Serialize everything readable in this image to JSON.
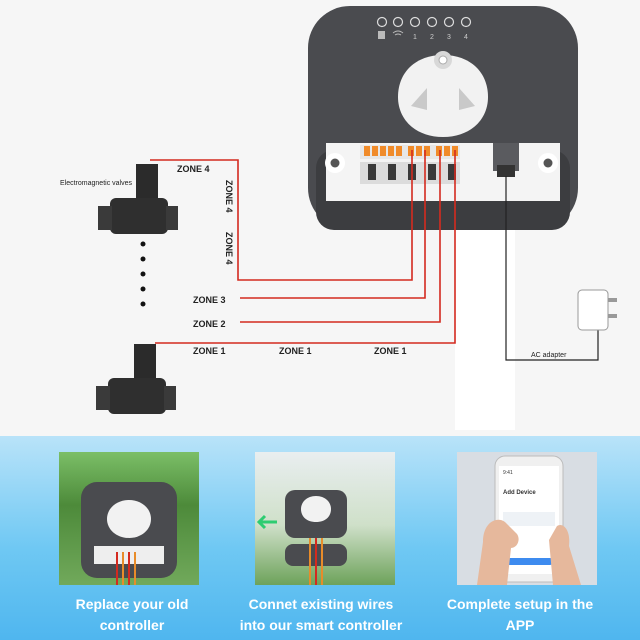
{
  "diagram": {
    "label_valves": "Electromagnetic valves",
    "label_adapter": "AC adapter",
    "zone4_horizontal": "ZONE 4",
    "zone4_vertical_a": "ZONE 4",
    "zone4_vertical_b": "ZONE 4",
    "zone3": "ZONE 3",
    "zone2": "ZONE 2",
    "zone1_a": "ZONE 1",
    "zone1_b": "ZONE 1",
    "zone1_c": "ZONE 1",
    "controller_numbers": [
      "1",
      "2",
      "3",
      "4"
    ],
    "wire_color": "#d42a1f",
    "controller_color": "#4a4b4f"
  },
  "steps": [
    {
      "caption_line1": "Replace your old",
      "caption_line2": "controller"
    },
    {
      "caption_line1": "Connet existing wires",
      "caption_line2": "into our smart controller"
    },
    {
      "caption_line1": "Complete setup in the",
      "caption_line2": "APP"
    }
  ],
  "phone": {
    "time": "9:41",
    "title": "Add Device"
  }
}
